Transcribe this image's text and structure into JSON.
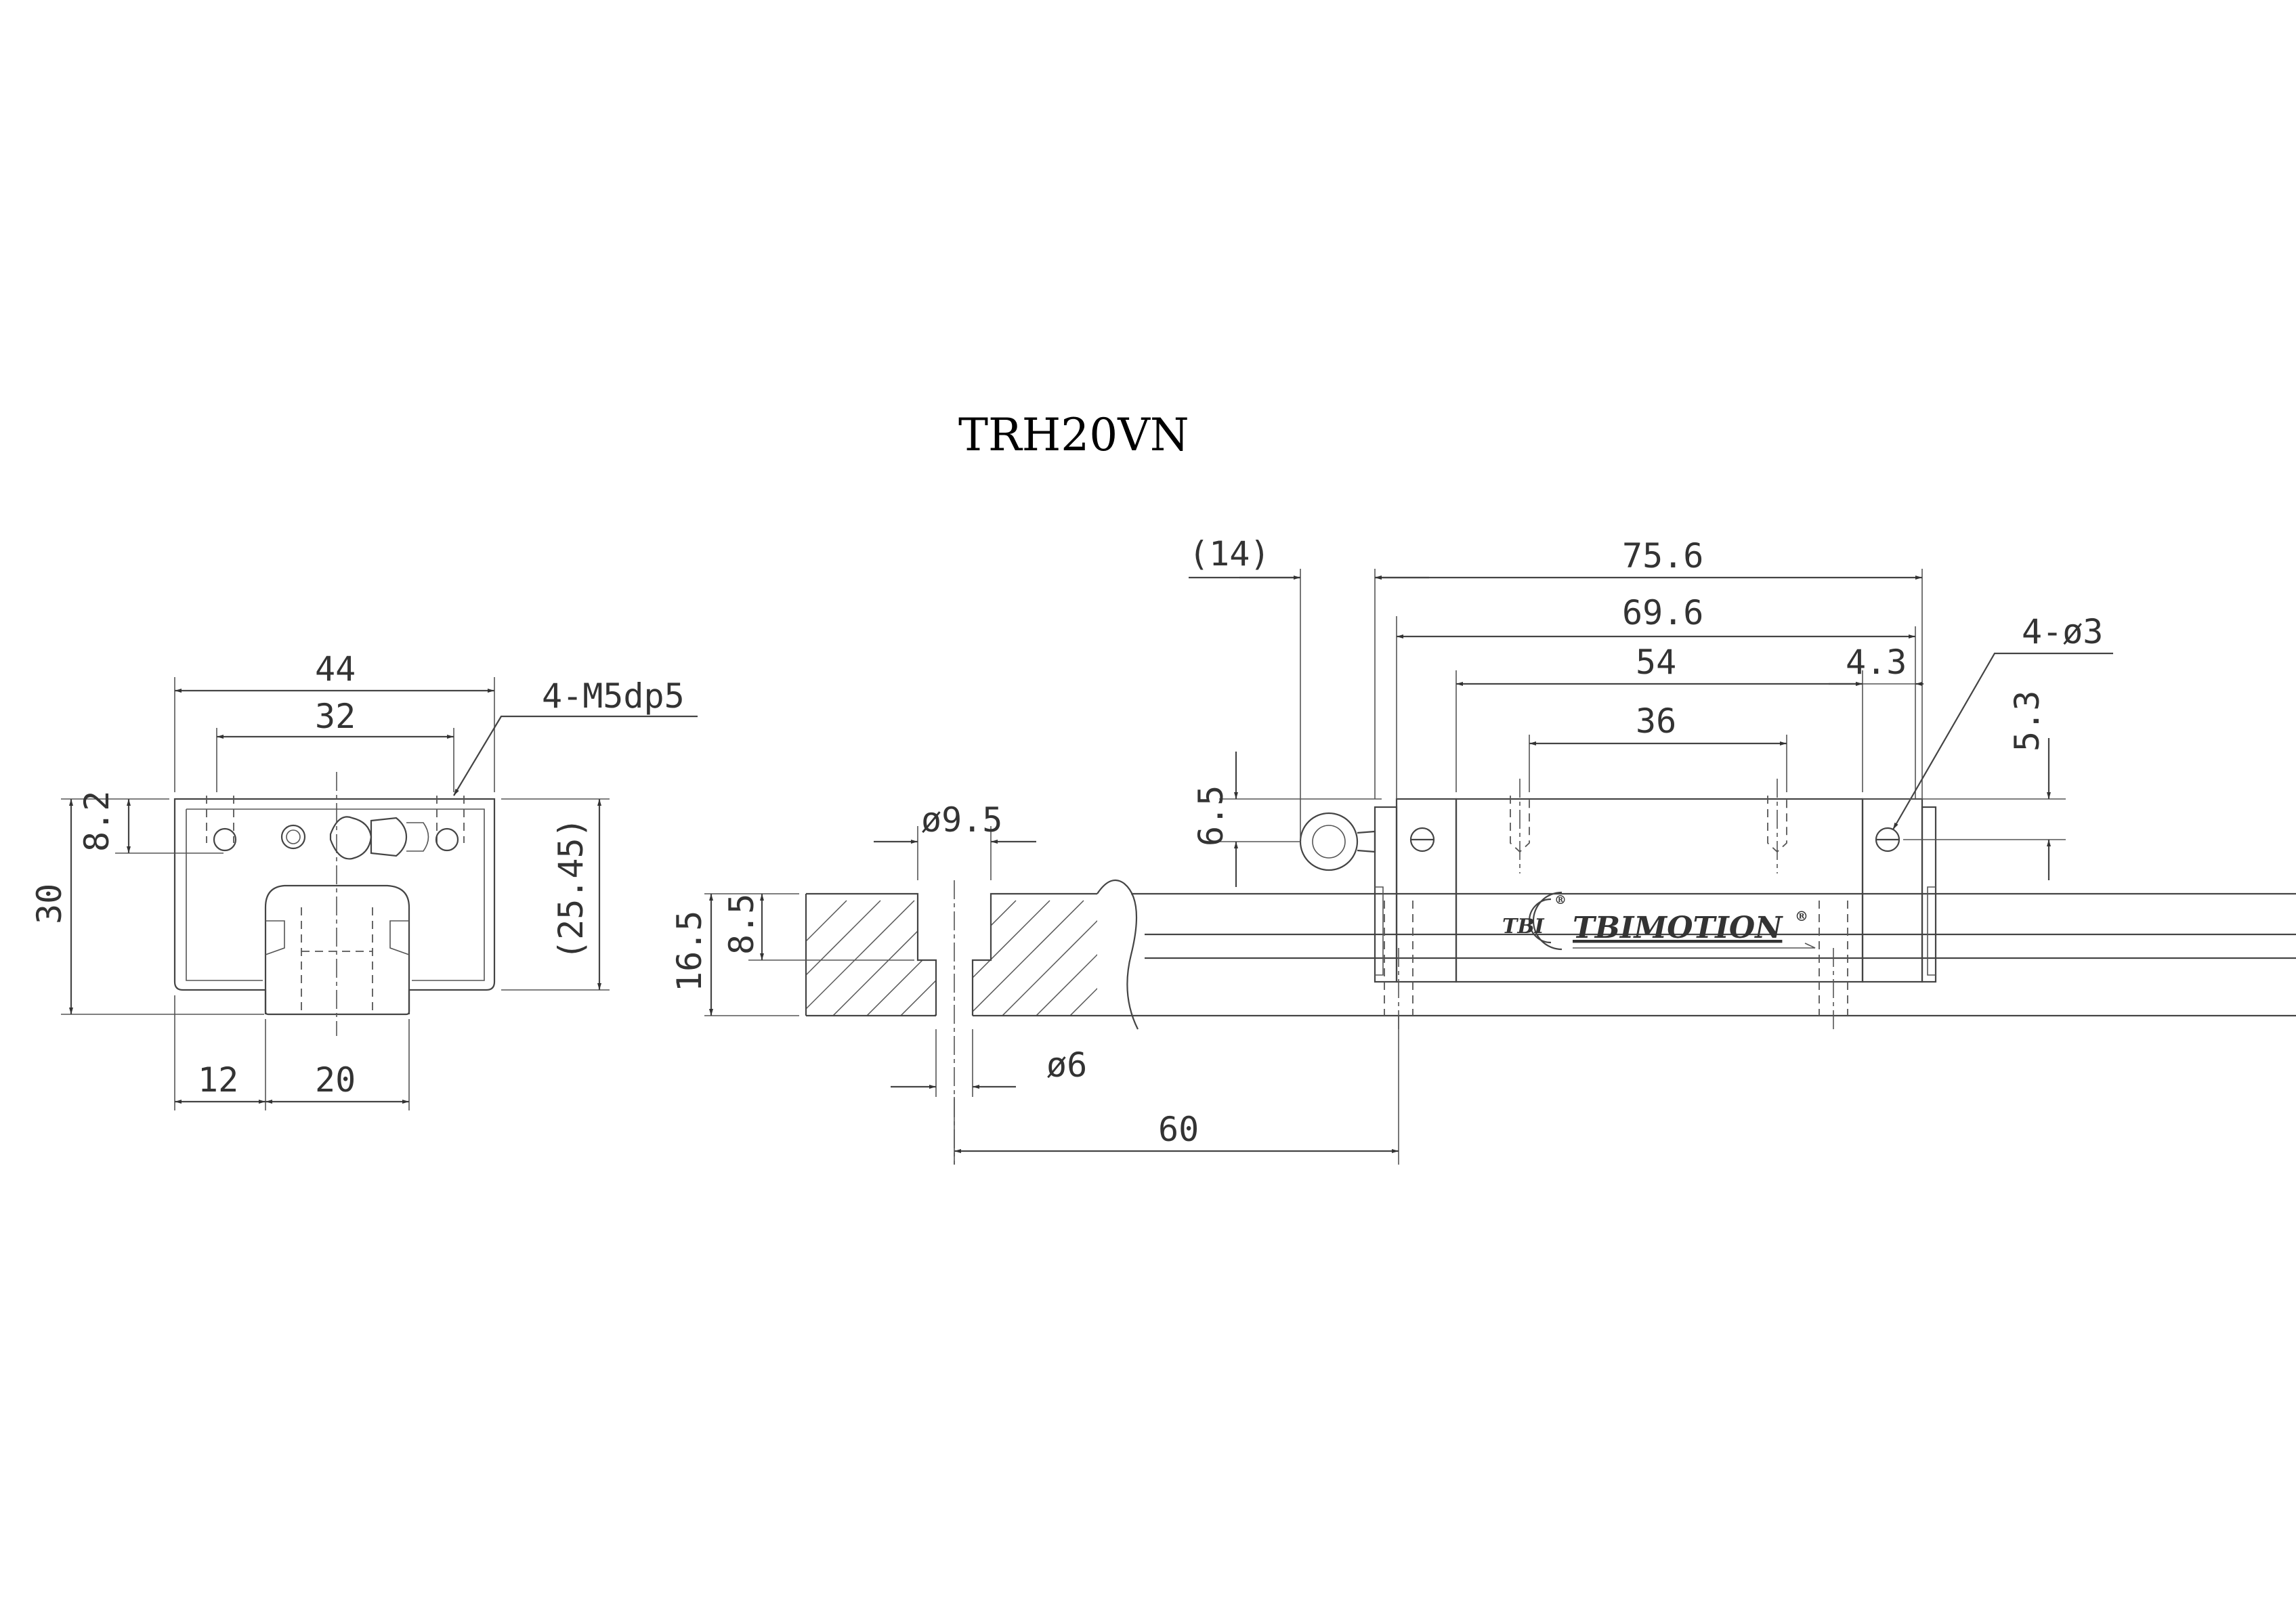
{
  "title": "TRH20VN",
  "front_view": {
    "width_44": "44",
    "width_32": "32",
    "tap_note": "4-M5dp5",
    "height_8_2": "8.2",
    "height_30": "30",
    "height_25_45": "(25.45)",
    "offset_12": "12",
    "rail_20": "20"
  },
  "rail_section": {
    "counterbore_dia": "ø9.5",
    "hole_dia": "ø6",
    "pitch_60": "60",
    "rail_height": "16.5",
    "counterbore_depth": "8.5"
  },
  "side_view": {
    "nipple_len": "(14)",
    "len_75_6": "75.6",
    "len_69_6": "69.6",
    "len_54": "54",
    "len_36": "36",
    "len_4_3": "4.3",
    "hole_note": "4-ø3",
    "h_5_3": "5.3",
    "h_6_5": "6.5",
    "logo_text": "TBI",
    "brand_text": "TBIMOTION",
    "reg_mark": "®"
  }
}
